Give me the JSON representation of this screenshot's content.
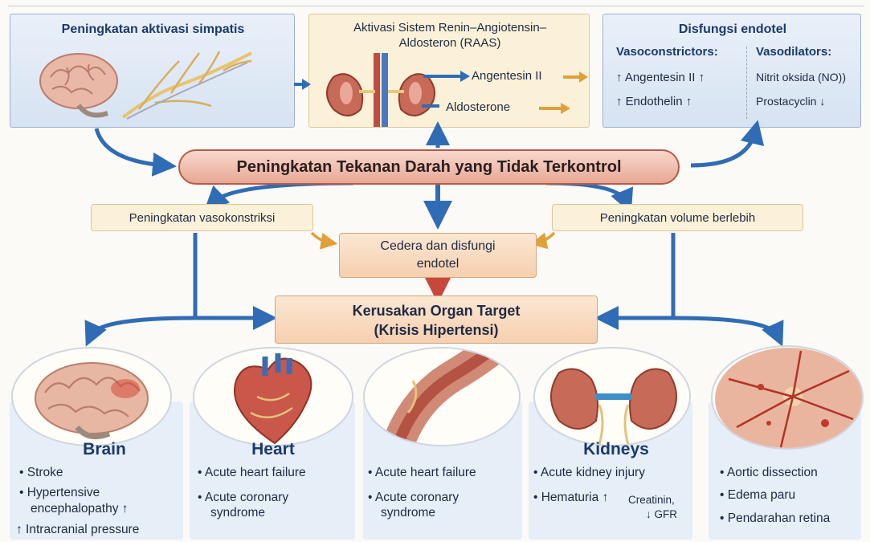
{
  "sympathetic": {
    "title": "Peningkatan aktivasi simpatis"
  },
  "raas": {
    "title_line1": "Aktivasi Sistem Renin–Angiotensin–",
    "title_line2": "Aldosteron (RAAS)",
    "angiotensin_label": "Angentesin II",
    "aldosterone_label": "Aldosterone"
  },
  "endothelial": {
    "title": "Disfungsi endotel",
    "vasoconstrictors_header": "Vasoconstrictors:",
    "vasodilators_header": "Vasodilators:",
    "vc_item1": "↑ Angentesin II ↑",
    "vc_item2": "↑ Endothelin ↑",
    "vd_item1": "Nitrit oksida (NO))",
    "vd_item2": "Prostacyclin ↓"
  },
  "main_pill": "Peningkatan Tekanan Darah yang Tidak Terkontrol",
  "left_label": "Peningkatan vasokonstriksi",
  "right_label": "Peningkatan volume berlebih",
  "center_box": {
    "line1": "Cedera dan disfungi",
    "line2": "endotel"
  },
  "target_box": {
    "line1": "Kerusakan Organ Target",
    "line2": "(Krisis Hipertensi)"
  },
  "organs": {
    "brain": {
      "name": "Brain",
      "b1": "• Stroke",
      "b2": "• Hypertensive",
      "b3": "encephalopathy ↑",
      "b4": "↑ Intracranial pressure"
    },
    "heart": {
      "name": "Heart",
      "b1": "• Acute heart failure",
      "b2": "• Acute coronary",
      "b3": "syndrome"
    },
    "vessel": {
      "b1": "• Acute heart failure",
      "b2": "• Acute coronary",
      "b3": "syndrome"
    },
    "kidneys": {
      "name": "Kidneys",
      "b1": "• Acute kidney injury",
      "b2": "• Hematuria ↑",
      "b2_small": "Creatinin,",
      "b3_small": "↓ GFR"
    },
    "eye": {
      "b1": "• Aortic dissection",
      "b2": "• Edema paru",
      "b3": "• Pendarahan retina"
    }
  },
  "colors": {
    "arrow_blue": "#2f6cb5",
    "arrow_orange": "#e0a13a",
    "arrow_red": "#c7483a"
  }
}
